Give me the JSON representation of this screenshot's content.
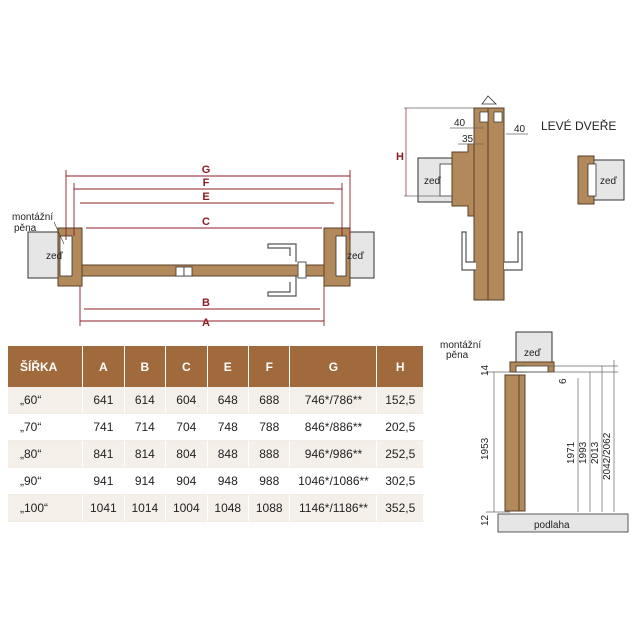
{
  "plan": {
    "dimensions": [
      "G",
      "F",
      "E",
      "C",
      "B",
      "A"
    ],
    "wall_left": "zeď",
    "wall_right": "zeď",
    "foam_label": [
      "montážní",
      "pěna"
    ]
  },
  "detail": {
    "dims": [
      "40",
      "35",
      "40"
    ],
    "h_label": "H",
    "wall": "zeď",
    "title": "LEVÉ DVEŘE"
  },
  "section": {
    "foam_label": [
      "montážní",
      "pěna"
    ],
    "wall": "zeď",
    "floor": "podlaha",
    "left_dims": [
      "14",
      "1953",
      "12"
    ],
    "right_dims": [
      "6",
      "1971",
      "1993",
      "2013",
      "2042/2062"
    ]
  },
  "table": {
    "headers": [
      "ŠÍŘKA",
      "A",
      "B",
      "C",
      "E",
      "F",
      "G",
      "H"
    ],
    "rows": [
      [
        "„60“",
        "641",
        "614",
        "604",
        "648",
        "688",
        "746*/786**",
        "152,5"
      ],
      [
        "„70“",
        "741",
        "714",
        "704",
        "748",
        "788",
        "846*/886**",
        "202,5"
      ],
      [
        "„80“",
        "841",
        "814",
        "804",
        "848",
        "888",
        "946*/986**",
        "252,5"
      ],
      [
        "„90“",
        "941",
        "914",
        "904",
        "948",
        "988",
        "1046*/1086**",
        "302,5"
      ],
      [
        "„100“",
        "1041",
        "1014",
        "1004",
        "1048",
        "1088",
        "1146*/1186**",
        "352,5"
      ]
    ]
  }
}
